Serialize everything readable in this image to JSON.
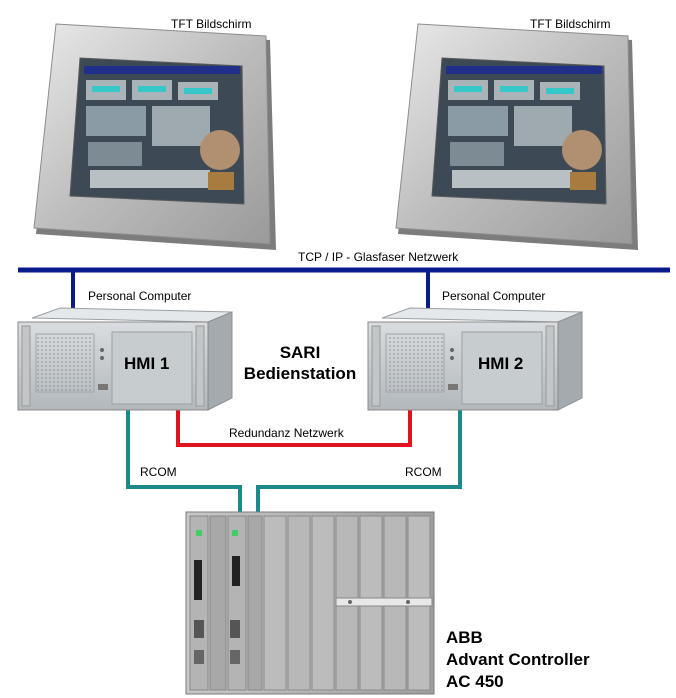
{
  "monitors": [
    {
      "label": "TFT Bildschirm"
    },
    {
      "label": "TFT Bildschirm"
    }
  ],
  "network": {
    "label": "TCP / IP - Glasfaser Netzwerk"
  },
  "computers": [
    {
      "caption": "Personal Computer",
      "name": "HMI 1"
    },
    {
      "caption": "Personal Computer",
      "name": "HMI 2"
    }
  ],
  "station": {
    "line1": "SARI",
    "line2": "Bedienstation"
  },
  "redundancy": {
    "label": "Redundanz Netzwerk"
  },
  "links": [
    {
      "label": "RCOM"
    },
    {
      "label": "RCOM"
    }
  ],
  "controller": {
    "line1": "ABB",
    "line2": "Advant Controller",
    "line3": "AC 450"
  },
  "colors": {
    "network": "#0a1a8c",
    "redundancy": "#e0141e",
    "rcom": "#1d8a8a"
  }
}
